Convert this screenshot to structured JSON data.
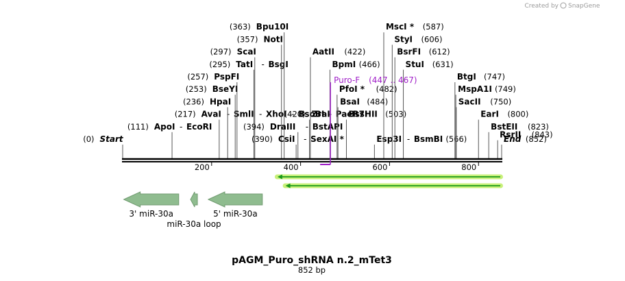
{
  "credit": {
    "prefix": "Created by",
    "brand": "SnapGene"
  },
  "map": {
    "title": "pAGM_Puro_shRNA n.2_mTet3",
    "length": 852,
    "length_label": "852 bp",
    "ticks": [
      "200",
      "400",
      "600",
      "800"
    ],
    "tick_values": [
      200,
      400,
      600,
      800
    ],
    "colors": {
      "feature_fill": "#8fbc8f",
      "feature_stroke": "#6f9a6f",
      "primer": "#a020c8",
      "orf_arrow": "#1a9a1a",
      "orf_glow": "#c8f07a"
    }
  },
  "sites": [
    {
      "pos": "(0)",
      "label": "Start",
      "bp": 0,
      "row": 0,
      "kind": "end"
    },
    {
      "pos": "(111)",
      "label": "ApoI",
      "label2": "EcoRI",
      "bp": 111,
      "row": 1
    },
    {
      "pos": "(217)",
      "label": "AvaI",
      "others": [
        "SmlI",
        "XhoI",
        "BsoBI",
        "PaeR7I"
      ],
      "bp": 217,
      "row": 2
    },
    {
      "pos": "(236)",
      "label": "HpaI",
      "bp": 236,
      "row": 3
    },
    {
      "pos": "(253)",
      "label": "BseYI",
      "bp": 253,
      "row": 4
    },
    {
      "pos": "(257)",
      "label": "PspFI",
      "bp": 257,
      "row": 5
    },
    {
      "pos": "(295)",
      "label": "TatI",
      "label2": "BsgI",
      "bp": 295,
      "row": 6
    },
    {
      "pos": "(297)",
      "label": "ScaI",
      "bp": 297,
      "row": 7
    },
    {
      "pos": "(357)",
      "label": "NotI",
      "bp": 357,
      "row": 8
    },
    {
      "pos": "(363)",
      "label": "Bpu10I",
      "bp": 363,
      "row": 9
    },
    {
      "pos": "(390)",
      "label": "CsiI",
      "label2": "SexAI *",
      "bp": 390,
      "row": 0
    },
    {
      "pos": "(394)",
      "label": "DraIII",
      "label2": "BstAPI",
      "bp": 394,
      "row": 1
    },
    {
      "pos": "(420)",
      "label": "ZraI",
      "bp": 420,
      "row": 2,
      "side": "right-of-pos"
    },
    {
      "pos": "(422)",
      "label": "AatII",
      "bp": 422,
      "row": 7,
      "side": "label-first"
    },
    {
      "pos": "(466)",
      "label": "BpmI",
      "bp": 466,
      "row": 6,
      "side": "label-first"
    },
    {
      "pos": "(482)",
      "label": "PfoI *",
      "bp": 482,
      "row": 4,
      "side": "label-first"
    },
    {
      "pos": "(484)",
      "label": "BsaI",
      "bp": 484,
      "row": 3,
      "side": "label-first"
    },
    {
      "pos": "(503)",
      "label": "BssHII",
      "bp": 503,
      "row": 2,
      "side": "label-first"
    },
    {
      "pos": "(566)",
      "label": "Esp3I",
      "label2": "BsmBI",
      "bp": 566,
      "row": 0,
      "side": "label-first"
    },
    {
      "pos": "(587)",
      "label": "MscI *",
      "bp": 587,
      "row": 9,
      "side": "label-first"
    },
    {
      "pos": "(606)",
      "label": "StyI",
      "bp": 606,
      "row": 8,
      "side": "label-first"
    },
    {
      "pos": "(612)",
      "label": "BsrFI",
      "bp": 612,
      "row": 7,
      "side": "label-first"
    },
    {
      "pos": "(631)",
      "label": "StuI",
      "bp": 631,
      "row": 6,
      "side": "label-first"
    },
    {
      "pos": "(747)",
      "label": "BtgI",
      "bp": 747,
      "row": 5,
      "side": "label-first"
    },
    {
      "pos": "(749)",
      "label": "MspA1I",
      "bp": 749,
      "row": 4,
      "side": "label-first"
    },
    {
      "pos": "(750)",
      "label": "SacII",
      "bp": 750,
      "row": 3,
      "side": "label-first"
    },
    {
      "pos": "(800)",
      "label": "EarI",
      "bp": 800,
      "row": 2,
      "side": "label-first"
    },
    {
      "pos": "(823)",
      "label": "BstEII",
      "bp": 823,
      "row": 1,
      "side": "label-first"
    },
    {
      "pos": "(843)",
      "label": "RsrII",
      "bp": 843,
      "row": 0.35,
      "side": "label-first"
    },
    {
      "pos": "(852)",
      "label": "End",
      "bp": 852,
      "row": 0,
      "kind": "end",
      "side": "label-first"
    }
  ],
  "primer": {
    "name": "Puro-F",
    "range": "(447 .. 467)",
    "start": 447,
    "end": 467
  },
  "orfs": [
    {
      "start": 345,
      "end": 852,
      "direction": "reverse"
    },
    {
      "start": 363,
      "end": 852,
      "direction": "reverse"
    }
  ],
  "features": [
    {
      "name": "3' miR-30a",
      "start": 1,
      "end": 126,
      "direction": "reverse"
    },
    {
      "name": "miR-30a loop",
      "start": 151,
      "end": 168,
      "direction": "reverse"
    },
    {
      "name": "5' miR-30a",
      "start": 191,
      "end": 314,
      "direction": "reverse"
    }
  ]
}
